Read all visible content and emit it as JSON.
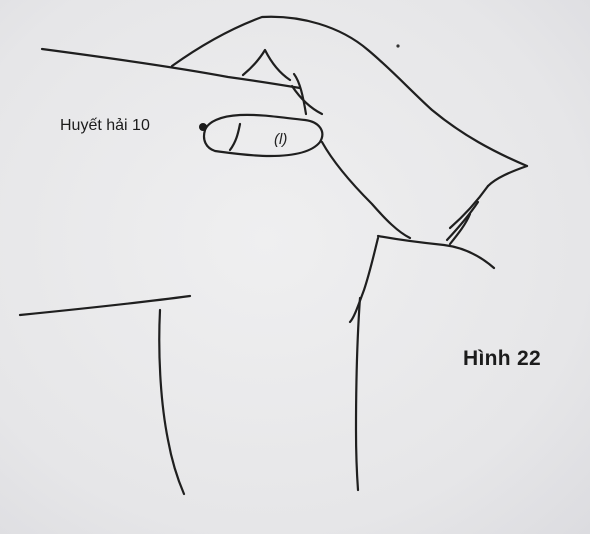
{
  "point_label": "Huyết hải 10",
  "finger_mark": "(l)",
  "figure_caption": "Hình 22",
  "colors": {
    "paper": "#e9e9ea",
    "ink": "#1c1c1c"
  }
}
